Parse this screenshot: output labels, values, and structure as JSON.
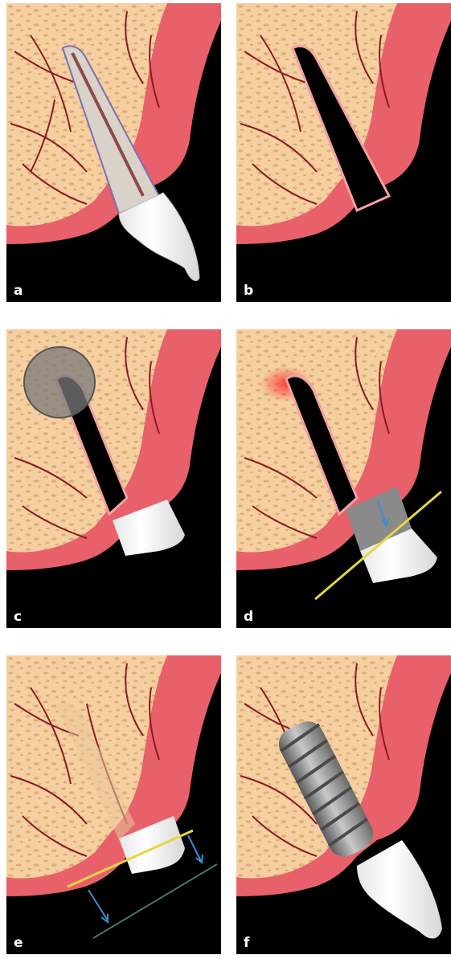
{
  "panels": [
    {
      "id": "a",
      "label": "a"
    },
    {
      "id": "b",
      "label": "b"
    },
    {
      "id": "c",
      "label": "c"
    },
    {
      "id": "d",
      "label": "d"
    },
    {
      "id": "e",
      "label": "e"
    },
    {
      "id": "f",
      "label": "f"
    }
  ],
  "colors": {
    "background": "#000000",
    "gingiva": "#e8606a",
    "gingiva_light": "#f2a0a6",
    "bone": "#f5cf9f",
    "bone_dots": "#d9ae78",
    "vessels": "#8a1a22",
    "tooth_crown": "#ffffff",
    "tooth_root": "#d8d2c8",
    "graft_cap": "#ffffff",
    "resorbed_block": "#8a8a8a",
    "circle_overlay": "#7a7a7a",
    "reference_line": "#e6d640",
    "resorption_line": "#3b7a6e",
    "arrow": "#3a8fd0",
    "implant": "#9a9a9a"
  }
}
